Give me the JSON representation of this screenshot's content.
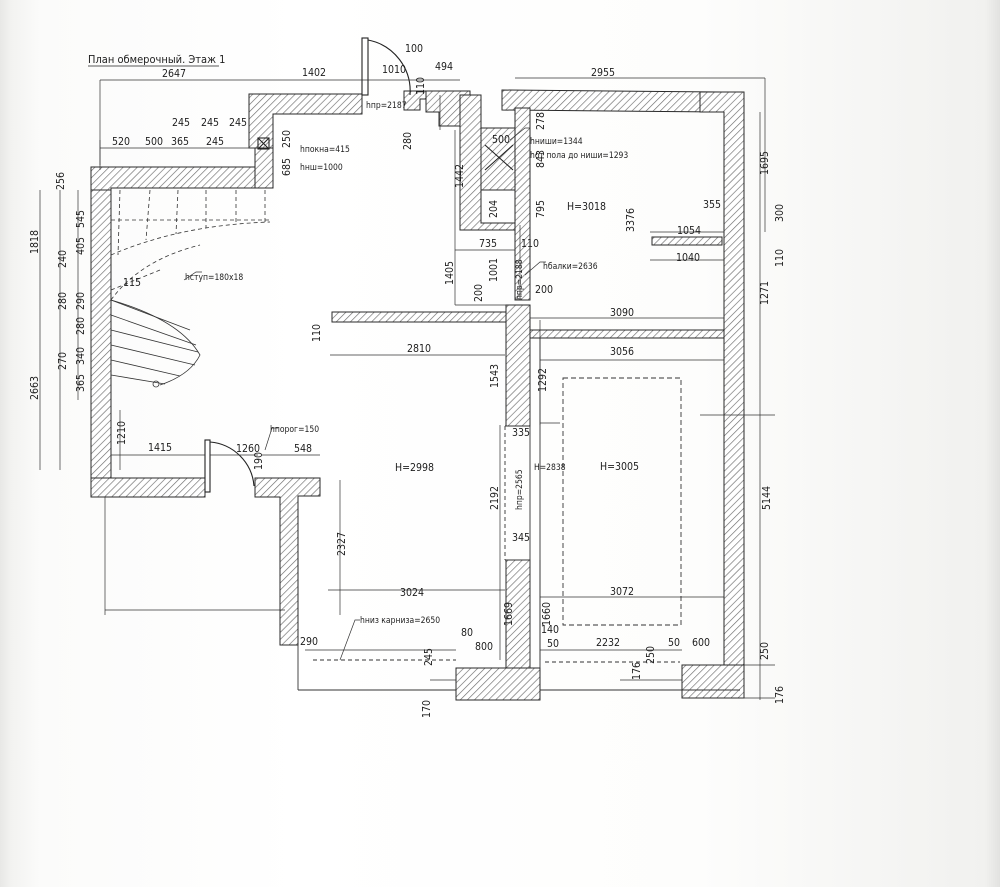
{
  "title": "План обмерочный. Этаж 1",
  "colors": {
    "ink": "#1e1e1e",
    "hatch": "#6d6d6d",
    "paper": "#ffffff"
  },
  "labels": {
    "h_room_main": "H=2998",
    "h_room_right_top": "H=3018",
    "h_room_right_bottom": "H=3005",
    "h_corridor": "H=2838",
    "h_pr_door_top": "hпр=2187",
    "h_pr_door_mid": "hпр=2188",
    "h_pr_door_corr": "hпр=2565",
    "h_beam": "hбалки=2636",
    "h_niche": "hниши=1344",
    "h_floor_niche": "hот пола до ниши=1293",
    "h_win_sill": "hпокна=415",
    "h_win": "hнш=1000",
    "h_step": "hступ=180x18",
    "h_threshold": "hпорог=150",
    "h_cornice": "hниз карниза=2650"
  },
  "dims": {
    "d2647": "2647",
    "d1402": "1402",
    "d1010": "1010",
    "d100": "100",
    "d494": "494",
    "d110a": "110",
    "d2955": "2955",
    "d520": "520",
    "d500a": "500",
    "d365a": "365",
    "d245a": "245",
    "d245b": "245",
    "d245c": "245",
    "d245d": "245",
    "d250a": "250",
    "d685": "685",
    "d280a": "280",
    "d500b": "500",
    "d278": "278",
    "d843": "843",
    "d1695": "1695",
    "d1442": "1442",
    "d795": "795",
    "d204": "204",
    "d3376": "3376",
    "d355": "355",
    "d300": "300",
    "d1054": "1054",
    "d735": "735",
    "d110b": "110",
    "d1040": "1040",
    "d110c": "110",
    "d1405": "1405",
    "d1001": "1001",
    "d200a": "200",
    "d200b": "200",
    "d1271": "1271",
    "d3090": "3090",
    "d110d": "110",
    "d2810": "2810",
    "d1543": "1543",
    "d3056": "3056",
    "d1292": "1292",
    "d256": "256",
    "d1818": "1818",
    "d545": "545",
    "d405": "405",
    "d240": "240",
    "d290": "290",
    "d280b": "280",
    "d280c": "280",
    "d340": "340",
    "d270": "270",
    "d365b": "365",
    "d2663": "2663",
    "d115": "115",
    "d1210": "1210",
    "d1415": "1415",
    "d1260": "1260",
    "d548": "548",
    "d190": "190",
    "d335": "335",
    "d2192": "2192",
    "d345": "345",
    "d5144": "5144",
    "d2327": "2327",
    "d3024": "3024",
    "d3072": "3072",
    "d1669": "1669",
    "d1660": "1660",
    "d290b": "290",
    "d80": "80",
    "d800": "800",
    "d140": "140",
    "d50a": "50",
    "d2232": "2232",
    "d50b": "50",
    "d600": "600",
    "d245e": "245",
    "d250b": "250",
    "d176a": "176",
    "d250c": "250",
    "d176b": "176",
    "d170": "170"
  }
}
